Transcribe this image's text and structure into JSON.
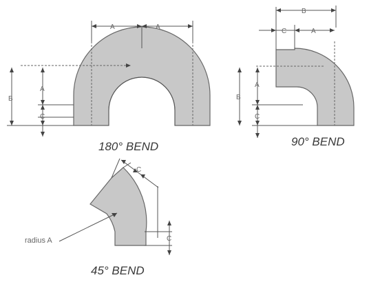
{
  "captions": {
    "bend_180": "180° BEND",
    "bend_90": "90° BEND",
    "bend_45": "45° BEND"
  },
  "dimension_labels": {
    "a": "A",
    "b": "B",
    "c": "C",
    "radius_a": "radius A"
  },
  "colors": {
    "fill": "#c8c8c8",
    "outline": "#666666",
    "text": "#3a3a3a"
  }
}
